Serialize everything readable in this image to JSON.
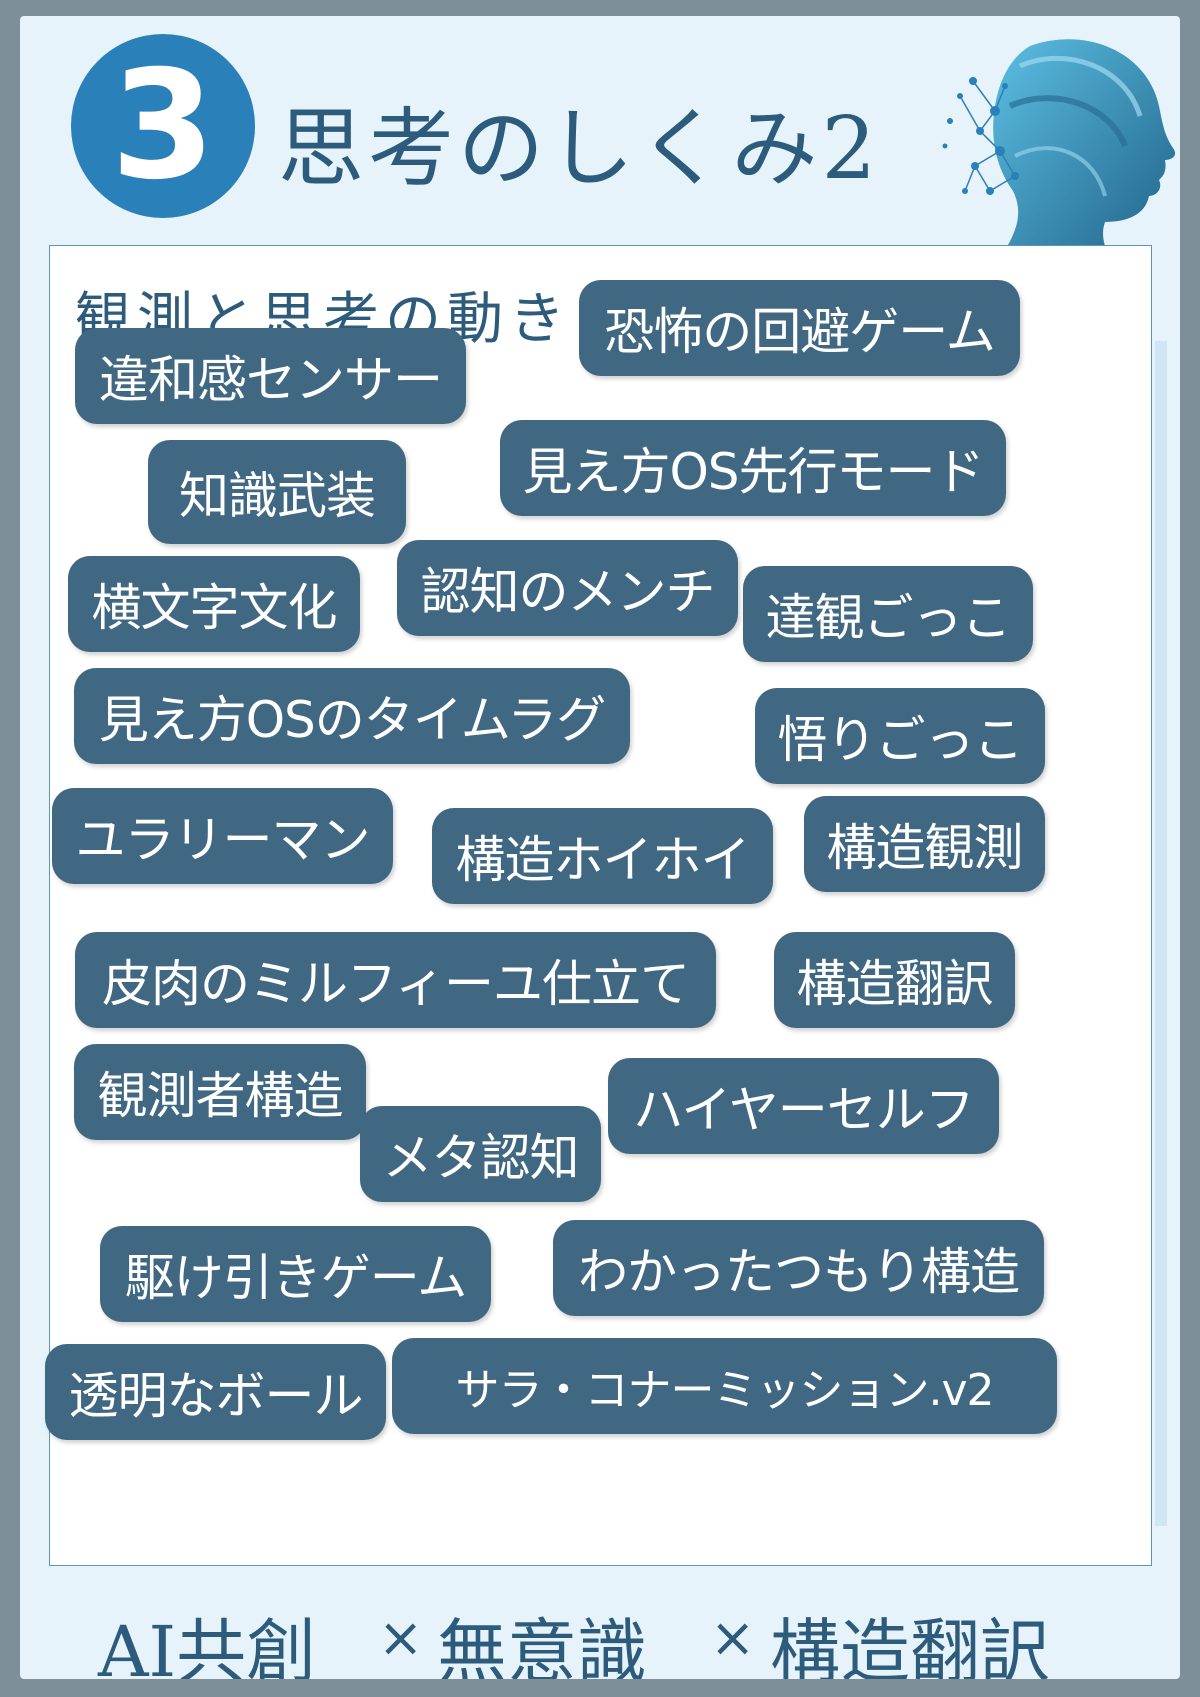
{
  "header": {
    "number": "3",
    "title": "思考のしくみ2",
    "art_icon": "head-network-icon"
  },
  "section": {
    "subtitle": "観測と思考の動き"
  },
  "tags": [
    "恐怖の回避ゲーム",
    "違和感センサー",
    "知識武装",
    "見え方OS先行モード",
    "横文字文化",
    "認知のメンチ",
    "達観ごっこ",
    "見え方OSのタイムラグ",
    "悟りごっこ",
    "ユラリーマン",
    "構造ホイホイ",
    "構造観測",
    "皮肉のミルフィーユ仕立て",
    "構造翻訳",
    "観測者構造",
    "ハイヤーセルフ",
    "メタ認知",
    "駆け引きゲーム",
    "わかったつもり構造",
    "透明なボール",
    "サラ・コナーミッション.v2"
  ],
  "footer": {
    "part1": "AI共創",
    "sep1": "×",
    "part2": "無意識",
    "sep2": "×",
    "part3": "構造翻訳"
  },
  "colors": {
    "chip": "#406883",
    "accent": "#2a80b9",
    "text": "#2d5b7c",
    "background": "#e7f3fb"
  }
}
